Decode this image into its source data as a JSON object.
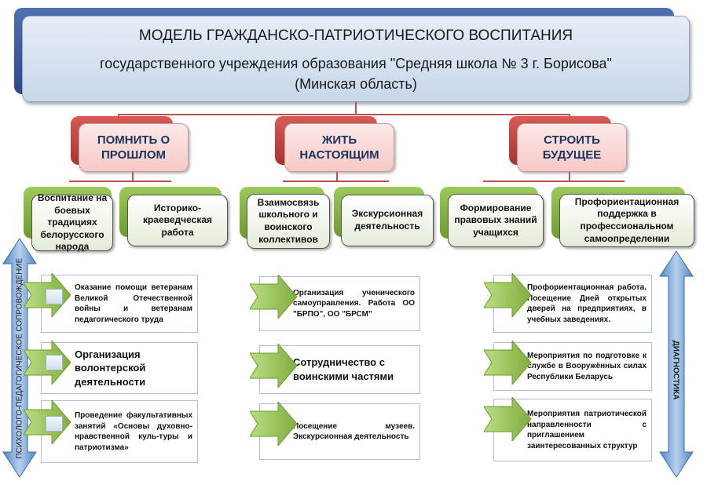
{
  "header": {
    "title": "МОДЕЛЬ ГРАЖДАНСКО-ПАТРИОТИЧЕСКОГО ВОСПИТАНИЯ",
    "subtitle": "государственного учреждения образования \"Средняя школа № 3 г. Борисова\"",
    "region": "(Минская область)"
  },
  "columns": [
    {
      "title": "ПОМНИТЬ О ПРОШЛОМ",
      "subs": [
        "Воспитание на боевых традициях белорусского народа",
        "Историко-краеведческая работа"
      ],
      "items": [
        "Оказание помощи ветеранам Великой Отечественной войны и ветеранам педагогического труда",
        "Организация волонтерской деятельности",
        "Проведение факультативных занятий «Основы духовно-нравственной куль-туры и патриотизма»"
      ]
    },
    {
      "title": "ЖИТЬ НАСТОЯЩИМ",
      "subs": [
        "Взаимосвязь школьного и воинского коллективов",
        "Экскурсионная деятельность"
      ],
      "items": [
        "Организация ученического самоуправления. Работа ОО \"БРПО\", ОО \"БРСМ\"",
        "Сотрудничество с воинскими частями",
        "Посещение музеев. Экскурсионная деятельность"
      ]
    },
    {
      "title": "СТРОИТЬ БУДУЩЕЕ",
      "subs": [
        "Формирование правовых знаний учащихся",
        "Профориентационная поддержка в профессиональном самоопределении"
      ],
      "items": [
        "Профориентационная работа. Посещение Дней открытых дверей на предприятиях, в учебных заведениях.",
        "Мероприятия по подготовке к службе в Вооружённых силах Республики Беларусь",
        "Мероприятия патриотической направленности с приглашением заинтересованных структур"
      ]
    }
  ],
  "side_labels": {
    "left": "ПСИХОЛОГО-ПЕДАГОГИЧЕСКОЕ СОПРОВОЖДЕНИЕ",
    "right": "ДИАГНОСТИКА"
  },
  "colors": {
    "header_blue": "#2d4b8c",
    "red": "#c0504d",
    "green": "#7fae3e",
    "arrow_blue": "#7aa6d8"
  }
}
